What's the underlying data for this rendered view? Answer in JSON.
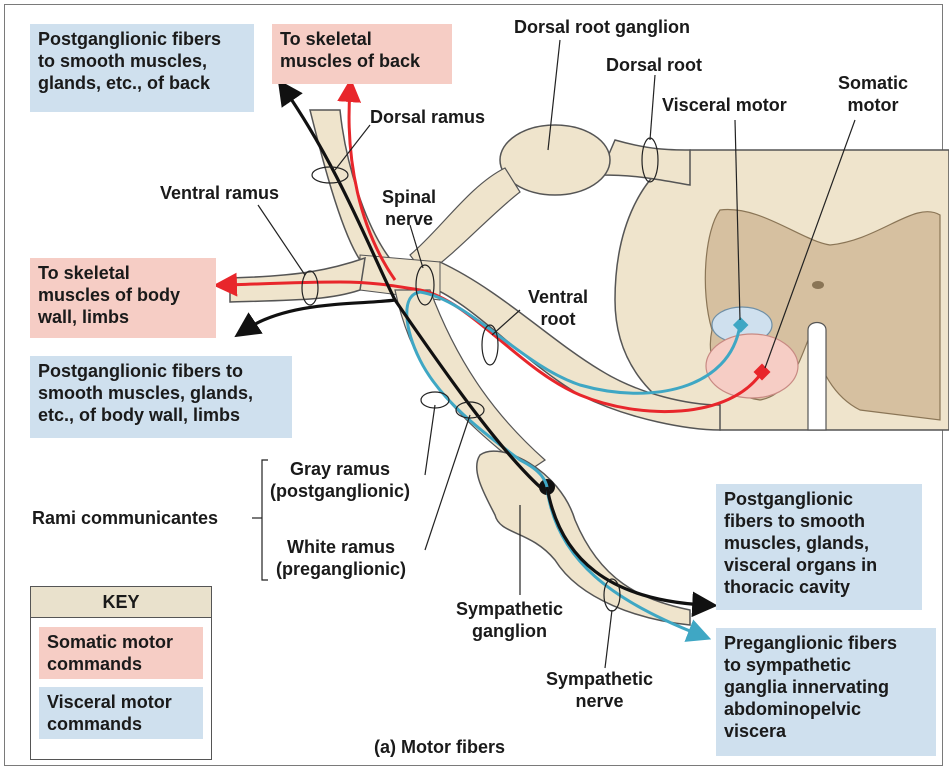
{
  "title": "(a) Motor fibers",
  "boxes": {
    "post_back": [
      "Postganglionic fibers",
      "to smooth muscles,",
      "glands, etc., of back"
    ],
    "skeletal_back": [
      "To skeletal",
      "muscles of back"
    ],
    "skeletal_body": [
      "To skeletal",
      "muscles of body",
      "wall, limbs"
    ],
    "post_body": [
      "Postganglionic fibers to",
      "smooth muscles, glands,",
      "etc., of body wall, limbs"
    ],
    "post_thoracic": [
      "Postganglionic",
      "fibers to smooth",
      "muscles, glands,",
      "visceral organs in",
      "thoracic cavity"
    ],
    "pre_abdominal": [
      "Preganglionic fibers",
      "to sympathetic",
      "ganglia innervating",
      "abdominopelvic",
      "viscera"
    ]
  },
  "labels": {
    "dorsal_root_ganglion": "Dorsal root ganglion",
    "dorsal_root": "Dorsal root",
    "visceral_motor": "Visceral motor",
    "somatic_motor": [
      "Somatic",
      "motor"
    ],
    "dorsal_ramus": "Dorsal ramus",
    "ventral_ramus": "Ventral ramus",
    "spinal_nerve": [
      "Spinal",
      "nerve"
    ],
    "ventral_root": [
      "Ventral",
      "root"
    ],
    "gray_ramus": [
      "Gray ramus",
      "(postganglionic)"
    ],
    "white_ramus": [
      "White ramus",
      "(preganglionic)"
    ],
    "rami_communicantes": "Rami communicantes",
    "sympathetic_ganglion": [
      "Sympathetic",
      "ganglion"
    ],
    "sympathetic_nerve": [
      "Sympathetic",
      "nerve"
    ]
  },
  "key": {
    "title": "KEY",
    "somatic": [
      "Somatic motor",
      "commands"
    ],
    "visceral": [
      "Visceral motor",
      "commands"
    ]
  },
  "colors": {
    "somatic": "#e8262b",
    "visceral": "#3fa7c4",
    "postganglionic": "#111111",
    "nerve_fill": "#efe4cc",
    "blue_box": "#cfe0ee",
    "pink_box": "#f6cdc5"
  }
}
